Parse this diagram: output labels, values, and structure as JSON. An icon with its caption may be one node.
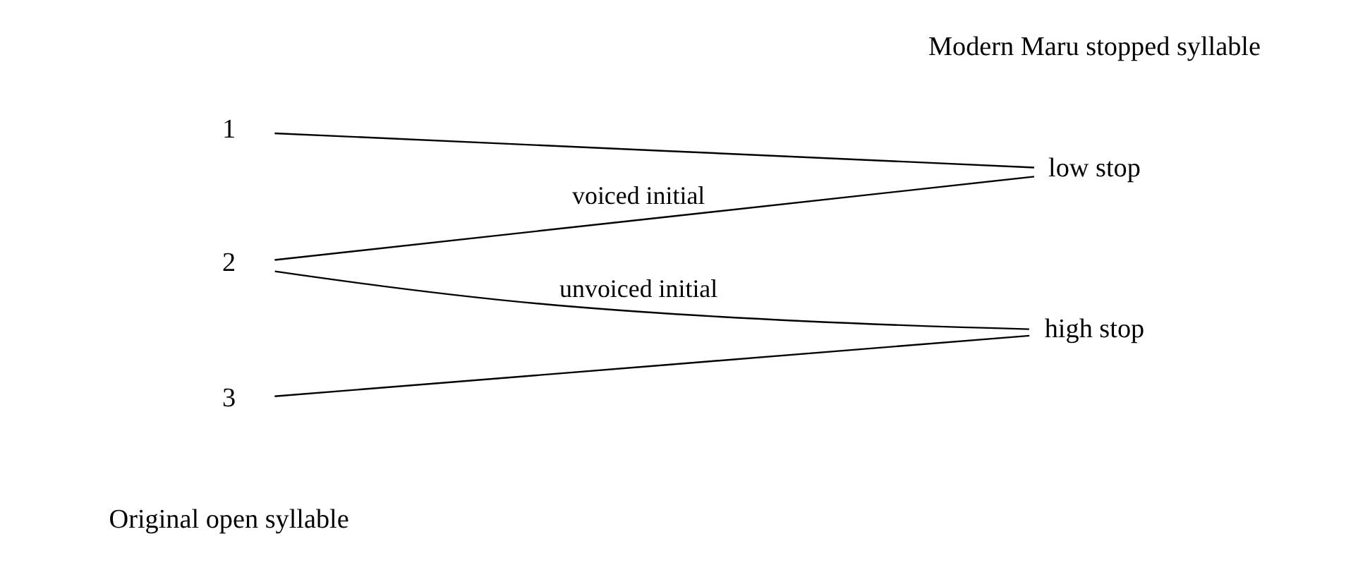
{
  "diagram": {
    "nodes": [
      {
        "text": [
          "1"
        ]
      },
      {
        "text": [
          "2"
        ]
      },
      {
        "text": [
          "3"
        ]
      },
      {
        "text": [
          "low stop"
        ]
      },
      {
        "text": [
          "high stop"
        ]
      }
    ],
    "edges": [
      {
        "from": 0,
        "to": 3,
        "arrow": "none"
      },
      {
        "from": 1,
        "to": 3,
        "arrow": "none",
        "label": "voiced initial"
      },
      {
        "from": 1,
        "to": 4,
        "arrow": "none",
        "label": "unvoiced initial"
      },
      {
        "from": 2,
        "to": 4,
        "arrow": "none"
      }
    ],
    "labels": [
      "Original open syllable",
      "Modern Maru stopped syllable"
    ]
  }
}
